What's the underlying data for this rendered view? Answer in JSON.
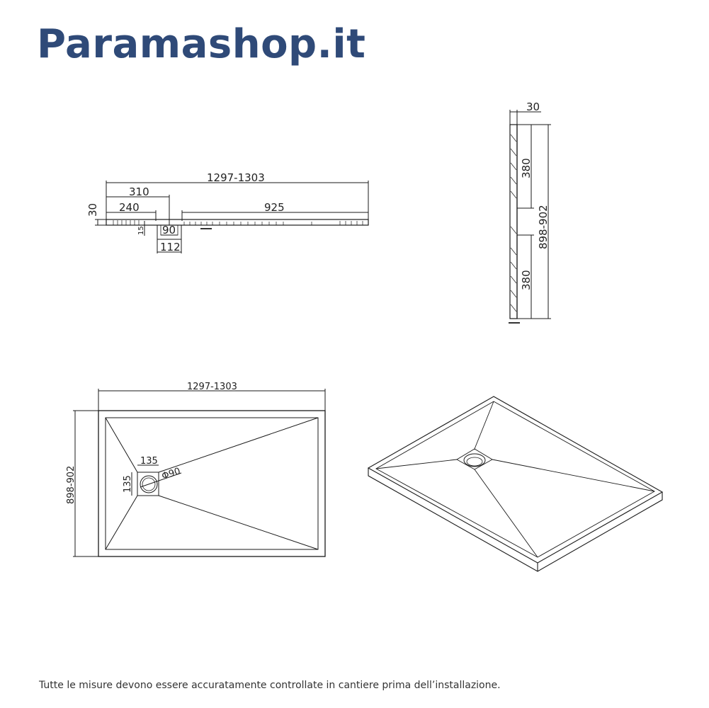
{
  "header": {
    "brand": "Paramashop.it"
  },
  "colors": {
    "brand": "#2f4a78",
    "line": "#1a1a1a",
    "text": "#333333",
    "background": "#ffffff"
  },
  "front_view": {
    "dims": {
      "overall": "1297-1303",
      "to_drain_center": "310",
      "to_drain_edge": "240",
      "right_section": "925",
      "height": "30",
      "drain_depth": "15",
      "drain_inner": "90",
      "drain_outer": "112"
    }
  },
  "side_view": {
    "dims": {
      "thickness": "30",
      "upper_segment": "380",
      "lower_segment": "380",
      "overall": "898-902"
    }
  },
  "top_view": {
    "dims": {
      "width": "1297-1303",
      "height": "898-902",
      "drain_width": "135",
      "drain_height": "135",
      "drain_diameter": "Φ90"
    }
  },
  "isometric_view": {
    "label": ""
  },
  "footer": {
    "note": "Tutte le misure devono essere accuratamente controllate in cantiere prima dell’installazione."
  }
}
